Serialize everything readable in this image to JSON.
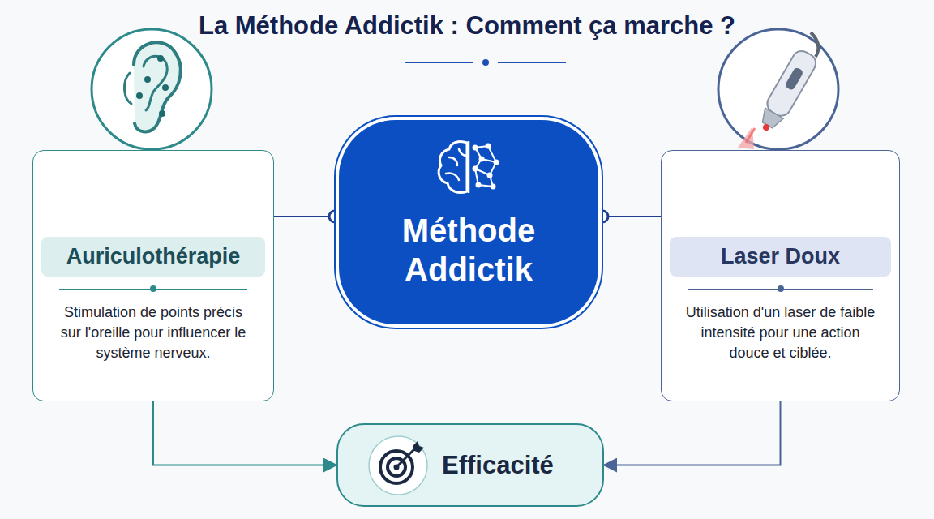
{
  "diagram": {
    "title": "La Méthode Addictik : Comment ça marche ?",
    "nodes": [
      {
        "text": [
          "Auriculothérapie",
          "Stimulation de points précis sur l'oreille pour influencer le système nerveux."
        ]
      },
      {
        "text": [
          "Méthode Addictik"
        ]
      },
      {
        "text": [
          "Laser Doux",
          "Utilisation d'un laser de faible intensité pour une action douce et ciblée."
        ]
      },
      {
        "text": [
          "Efficacité"
        ]
      }
    ],
    "edges": [
      {
        "from": 0,
        "to": 1,
        "arrow": "none"
      },
      {
        "from": 1,
        "to": 2,
        "arrow": "none"
      },
      {
        "from": 0,
        "to": 3,
        "arrow": "to"
      },
      {
        "from": 2,
        "to": 3,
        "arrow": "to"
      }
    ]
  }
}
